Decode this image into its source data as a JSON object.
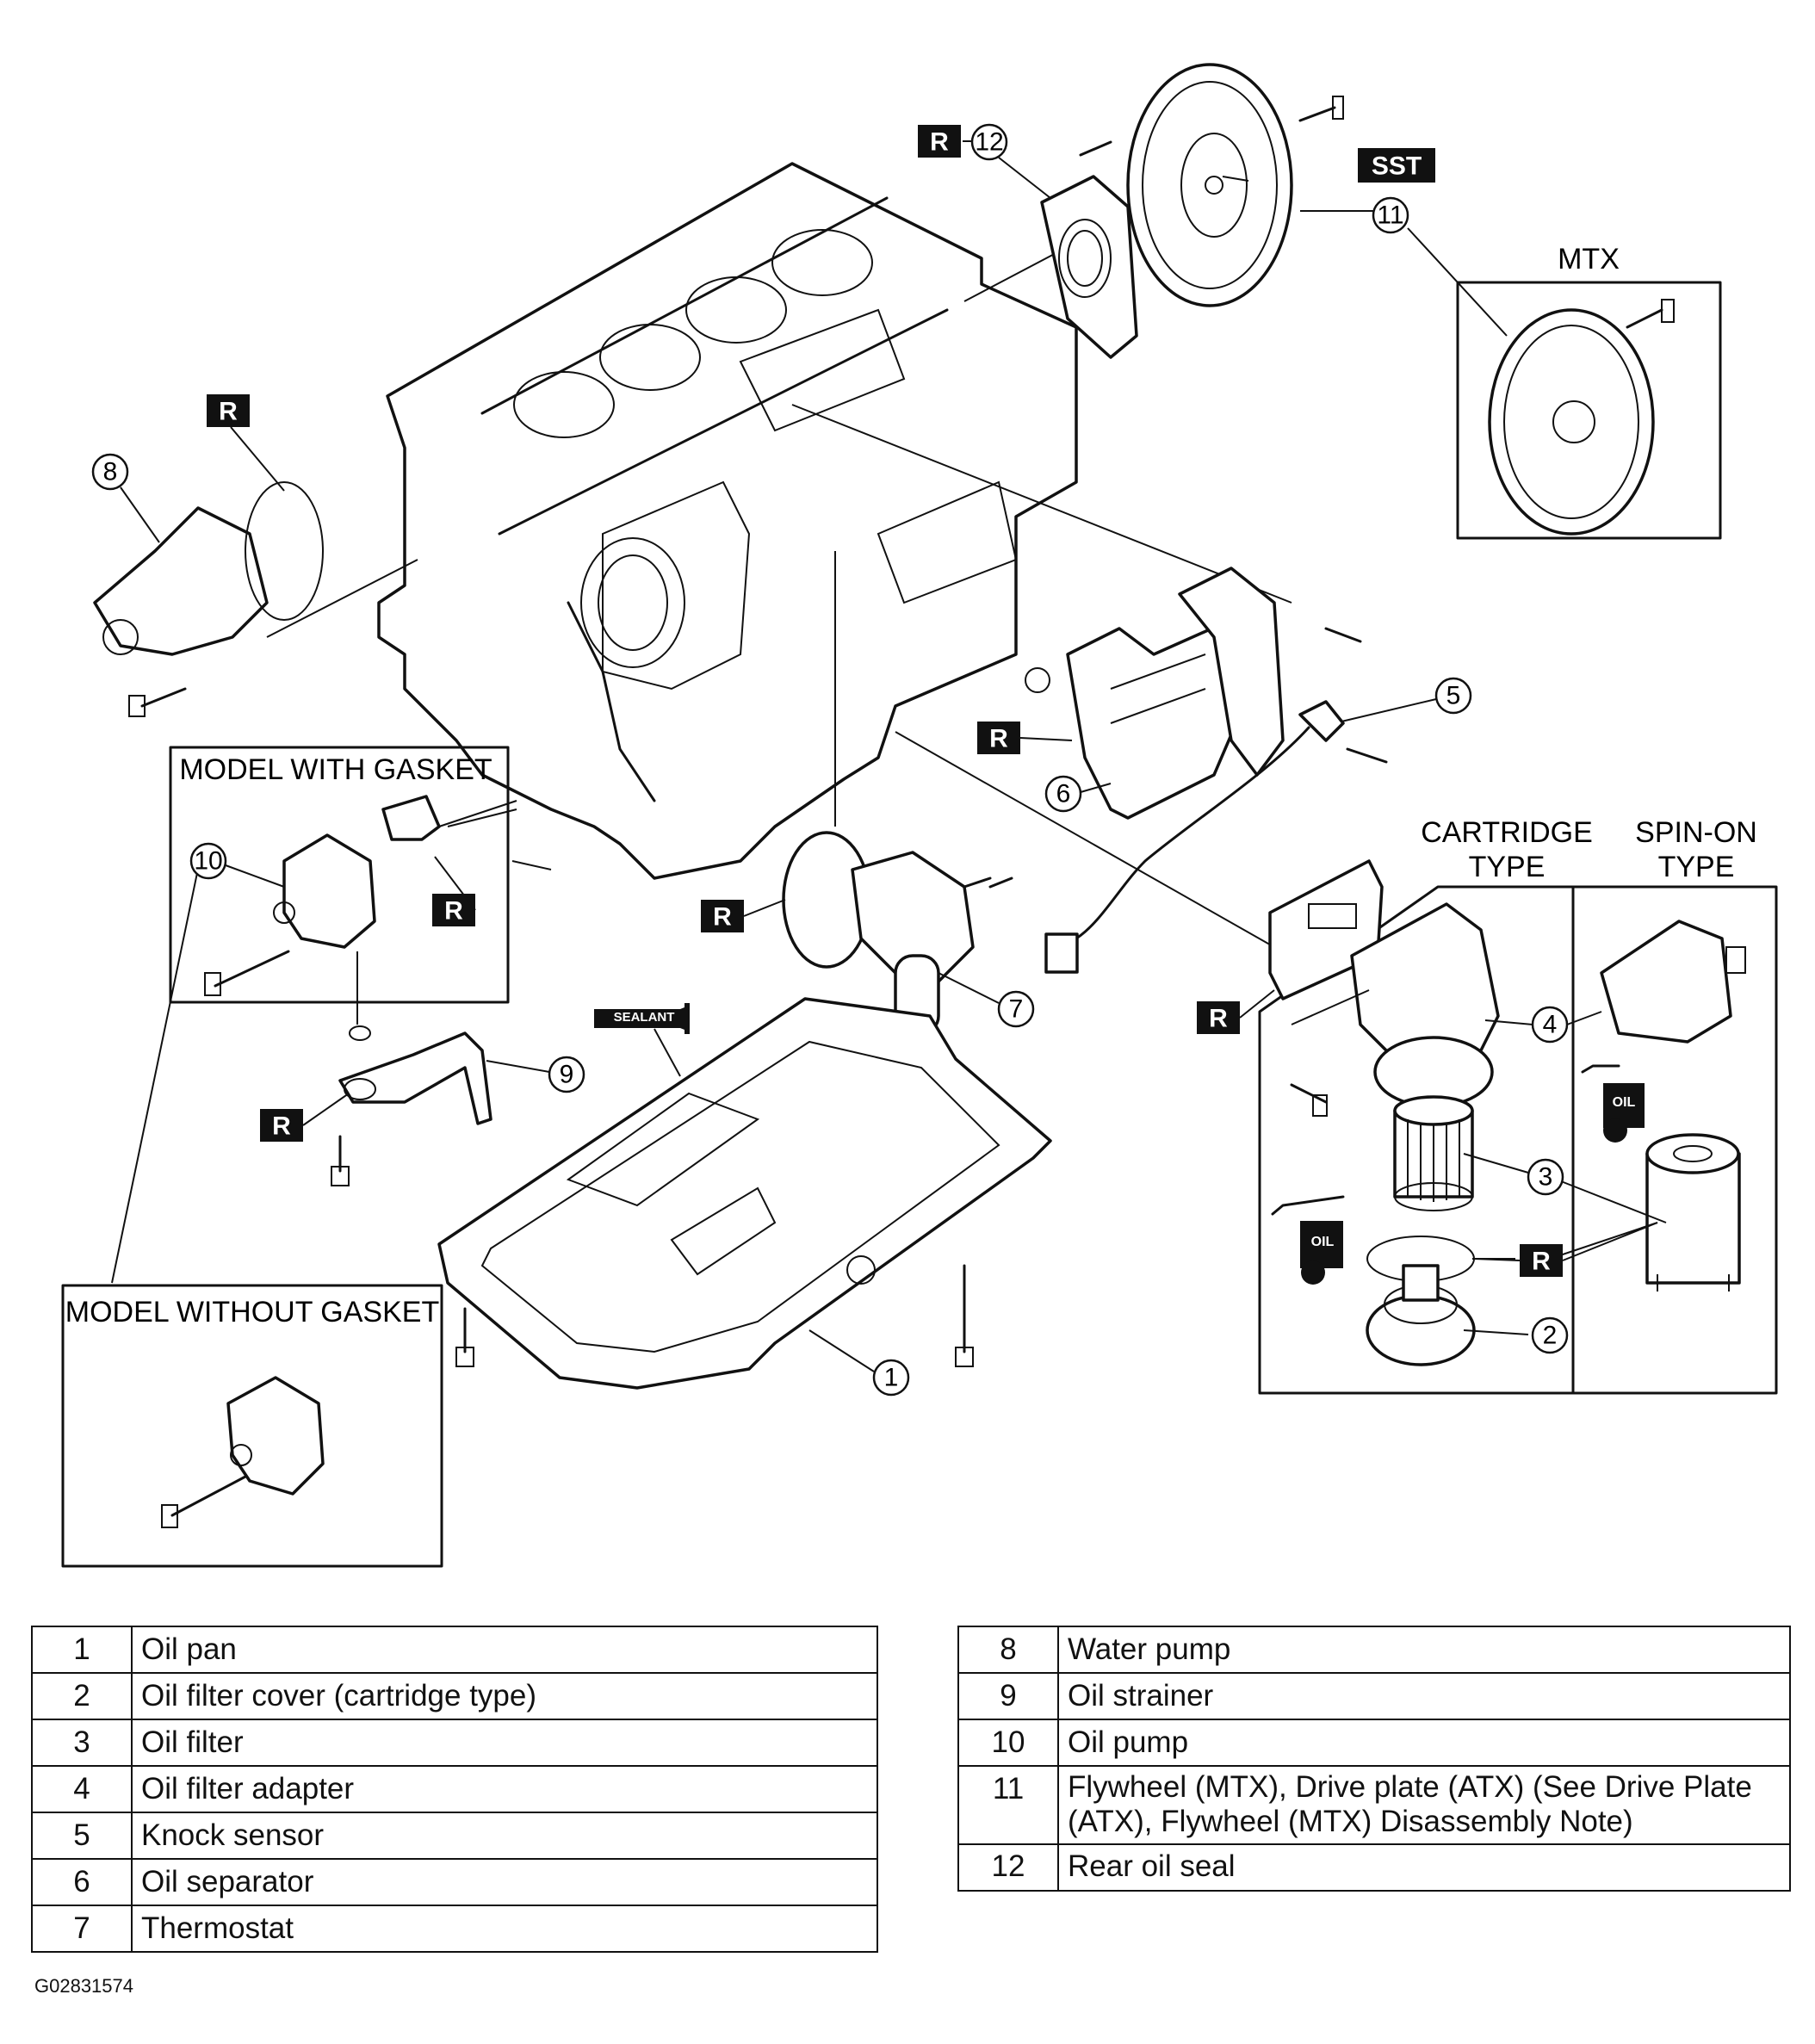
{
  "figure_id": "G02831574",
  "badges": {
    "reuse": "R",
    "special_tool": "SST",
    "sealant": "SEALANT",
    "oil": "OIL"
  },
  "labels": {
    "mtx": "MTX",
    "model_with_gasket": "MODEL WITH GASKET",
    "model_without_gasket": "MODEL WITHOUT GASKET",
    "cartridge_type_line1": "CARTRIDGE",
    "cartridge_type_line2": "TYPE",
    "spin_on_type_line1": "SPIN-ON",
    "spin_on_type_line2": "TYPE"
  },
  "callouts": [
    "1",
    "2",
    "3",
    "4",
    "5",
    "6",
    "7",
    "8",
    "9",
    "10",
    "11",
    "12"
  ],
  "parts_left": [
    {
      "num": "1",
      "name": "Oil pan"
    },
    {
      "num": "2",
      "name": "Oil filter cover (cartridge type)"
    },
    {
      "num": "3",
      "name": "Oil filter"
    },
    {
      "num": "4",
      "name": "Oil filter adapter"
    },
    {
      "num": "5",
      "name": "Knock sensor"
    },
    {
      "num": "6",
      "name": "Oil separator"
    },
    {
      "num": "7",
      "name": "Thermostat"
    }
  ],
  "parts_right": [
    {
      "num": "8",
      "name": "Water pump"
    },
    {
      "num": "9",
      "name": "Oil strainer"
    },
    {
      "num": "10",
      "name": "Oil pump"
    },
    {
      "num": "11",
      "name": "Flywheel (MTX), Drive plate (ATX) (See Drive Plate (ATX), Flywheel (MTX) Disassembly Note)"
    },
    {
      "num": "12",
      "name": "Rear oil seal"
    }
  ]
}
